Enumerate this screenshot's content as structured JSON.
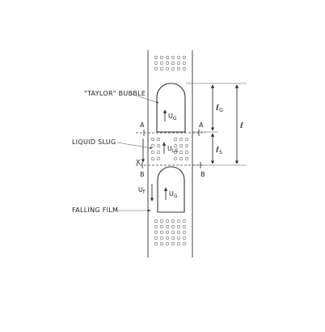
{
  "labels": {
    "taylor_bubble": "\"TAYLOR\" BUBBLE",
    "liquid_slug": "LIQUID SLUG",
    "falling_film": "FALLING FILM"
  },
  "symbols": {
    "ug": "U",
    "ug_sub": "G",
    "ul": "U",
    "ul_sub": "LS",
    "uf": "U",
    "uf_sub": "f",
    "lg": "ℓ",
    "lg_sub": "G",
    "ls": "ℓ",
    "ls_sub": "S",
    "l": "ℓ",
    "section_a": "A",
    "section_b": "B",
    "x": "X"
  }
}
